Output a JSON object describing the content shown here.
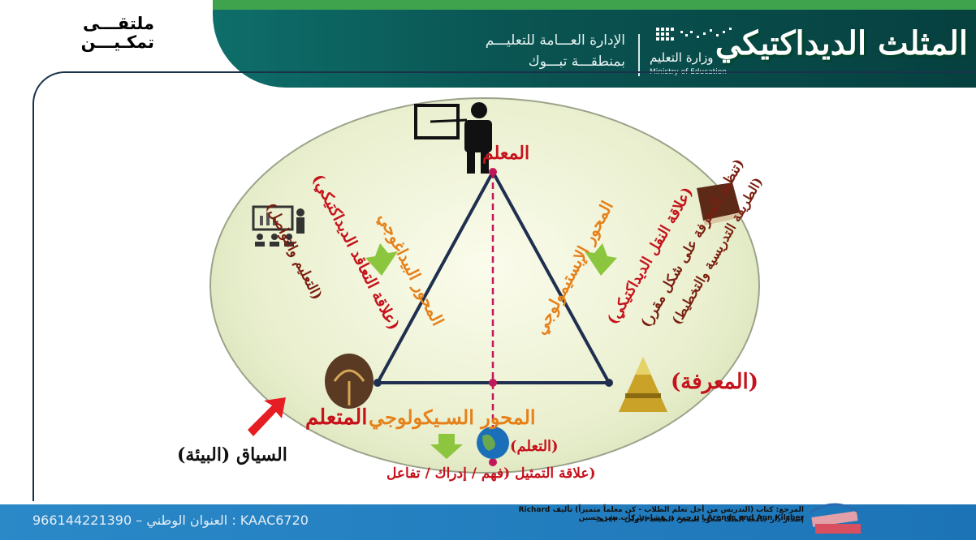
{
  "header": {
    "title": "المثلث الديداكتيكي",
    "ministry_ar": "وزارة التعليم",
    "ministry_en": "Ministry of Education",
    "admin_line1": "الإدارة العـــامة للتعليـــم",
    "admin_line2": "بمنطقـــة تبـــوك"
  },
  "logo": {
    "line1": "ملتقـــى",
    "line2": "تمكـيـــن"
  },
  "diagram": {
    "teacher": "المعلم",
    "learner": "المتعلم",
    "knowledge": "(المعرفة)",
    "left_axis": "المحور البيداغوجي",
    "right_axis": "المحور الإبستيمولوجي",
    "bottom_axis": "المحور السـيكولوجي",
    "learning": "(التعلم)",
    "representation": "(علاقة التمثيل (فهم / إدراك / تفاعل",
    "context": "السياق (البيئة)",
    "contract_relation": "(علاقة التعاقد الديداكتيكي)",
    "teaching_comm": "(التعليم والتواصل)",
    "transposition": "(علاقة النقل الديداكتيكي)",
    "knowledge_org": "(تنظيم المعرفة على شكل مقرر)",
    "curriculum": "(الطريقة التدريسية والتخطيط)"
  },
  "footer": {
    "text": "KAAC6720 : العنوان الوطني – 966144221390",
    "ref1": "المرجع: كتاب (التدريس من أجل تعلم الطلاب - كن معلماً متميزاً) تأليف Richard I.Arends and Ann Kilcher ترجمة د. هشام بركات بشر حسين",
    "ref2": "إصدار دار جامعة الملك سعود للنشر، الطبعة الأولى ١٤٣٠هـ"
  },
  "colors": {
    "header_teal": "#0a5452",
    "accent_green": "#3fa34d",
    "footer_blue": "#1c74b6",
    "triangle": "#1f2f4f",
    "dashed": "#c2185b",
    "label_red": "#c6121b",
    "label_orange": "#e6811a"
  }
}
